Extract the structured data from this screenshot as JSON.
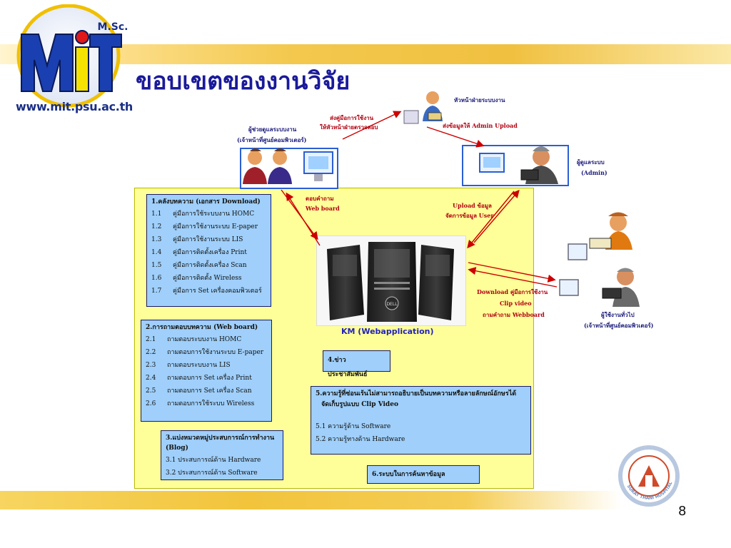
{
  "logo": {
    "brand": "MiT",
    "degree": "M.Sc.",
    "url": "www.mit.psu.ac.th"
  },
  "title": "ขอบเขตของงานวิจัย",
  "actors": {
    "support": {
      "line1": "ผู้ช่วยดูแลระบบงาน",
      "line2": "(เจ้าหน้าที่ศูนย์คอมพิวเตอร์)"
    },
    "head": {
      "label": "หัวหน้าฝ่ายระบบงาน"
    },
    "admin": {
      "line1": "ผู้ดูแลระบบ",
      "line2": "(Admin)"
    },
    "users": {
      "line1": "ผู้ใช้งานทั่วไป",
      "line2": "(เจ้าหน้าที่ศูนย์คอมพิวเตอร์)"
    }
  },
  "flows": {
    "send_manual": {
      "line1": "ส่งคู่มือการใช้งาน",
      "line2": "ให้หัวหน้าฝ่ายตรวจสอบ"
    },
    "send_to_admin": "ส่งข้อมูลให้ Admin Upload",
    "webboard": {
      "line1": "ตอบคำถาม",
      "line2": "Web board"
    },
    "upload": {
      "line1": "Upload ข้อมูล",
      "line2": "จัดการข้อมูล User"
    },
    "download": {
      "line1": "Download คู่มือการใช้งาน",
      "line2": "Clip video",
      "line3": "ถามคำถาม Webboard"
    }
  },
  "server": {
    "label": "KM (Webapplication)",
    "logo": "DELL"
  },
  "box1": {
    "header": "1.คลังบทความ (เอกสาร Download)",
    "items": [
      {
        "n": "1.1",
        "t": "คู่มือการใช้ระบบงาน HOMC"
      },
      {
        "n": "1.2",
        "t": "คู่มือการใช้งานระบบ E-paper"
      },
      {
        "n": "1.3",
        "t": "คู่มือการใช้งานระบบ LIS"
      },
      {
        "n": "1.4",
        "t": "คู่มือการติดตั้งเครื่อง Print"
      },
      {
        "n": "1.5",
        "t": "คู่มือการติดตั้งเครื่อง Scan"
      },
      {
        "n": "1.6",
        "t": "คู่มือการติดตั้ง Wireless"
      },
      {
        "n": "1.7",
        "t": "คู่มือการ Set เครื่องคอมพิวเตอร์"
      }
    ]
  },
  "box2": {
    "header": "2.การถามตอบบทความ (Web board)",
    "items": [
      {
        "n": "2.1",
        "t": "ถามตอบระบบงาน HOMC"
      },
      {
        "n": "2.2",
        "t": "ถามตอบการใช้งานระบบ E-paper"
      },
      {
        "n": "2.3",
        "t": "ถามตอบระบบงาน LIS"
      },
      {
        "n": "2.4",
        "t": "ถามตอบการ Set เครื่อง Print"
      },
      {
        "n": "2.5",
        "t": "ถามตอบการ Set เครื่อง Scan"
      },
      {
        "n": "2.6",
        "t": "ถามตอบการใช้ระบบ Wireless"
      }
    ]
  },
  "box3": {
    "header": "3.แบ่งหมวดหมู่ประสบการณ์การทำงาน (Blog)",
    "items": [
      "3.1 ประสบการณ์ด้าน Hardware",
      "3.2 ประสบการณ์ด้าน Software"
    ]
  },
  "box4": {
    "header": "4.ข่าวประชาสัมพันธ์"
  },
  "box5": {
    "header_line1": "5.ความรู้ที่ซ่อนเร้นไม่สามารถอธิบายเป็นบทความหรือลายลักษณ์อักษรได้",
    "header_line2": "จัดเก็บรูปแบบ Clip Video",
    "items": [
      "5.1 ความรู้ด้าน Software",
      "5.2 ความรู้ทางด้าน Hardware"
    ]
  },
  "box6": {
    "header": "6.ระบบในการค้นหาข้อมูล"
  },
  "seal": {
    "text_top": "SURAT THANI HOSPITAL"
  },
  "page_number": "8",
  "colors": {
    "panel": "#ffff99",
    "box": "#9fcffa",
    "arrow": "#cc0000",
    "title": "#1a1a9a"
  }
}
